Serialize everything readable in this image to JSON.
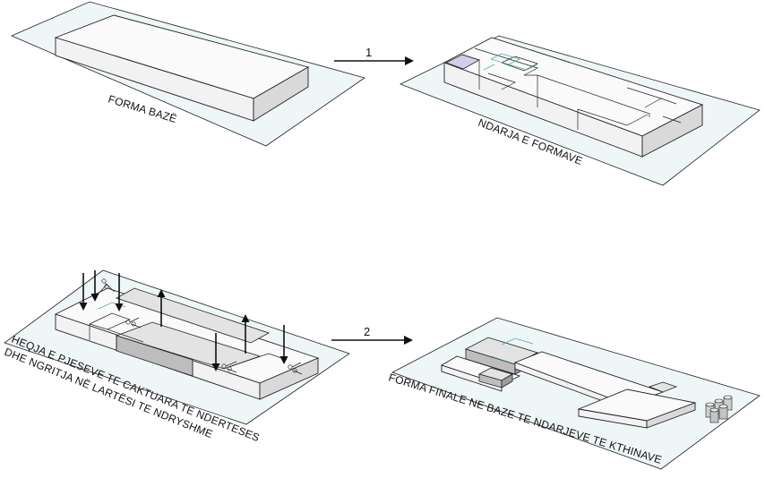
{
  "steps": {
    "s1": "1",
    "s2": "2"
  },
  "labels": {
    "base": "FORMA BAZË",
    "division": "NDARJA E FORMAVE",
    "removal_line1": "HEQJA E PJESEVE TE CAKTUARA TE NDERTESES",
    "removal_line2": "DHE NGRITJA NË LARTËSI TE NDRYSHME",
    "final": "FORMA FINALE NE BAZE TE  NDARJEVE TE KTHINAVE"
  },
  "colors": {
    "plate": "#eef6f7",
    "accent": "#5aa8a8",
    "highlight": "#cfcfe6"
  }
}
